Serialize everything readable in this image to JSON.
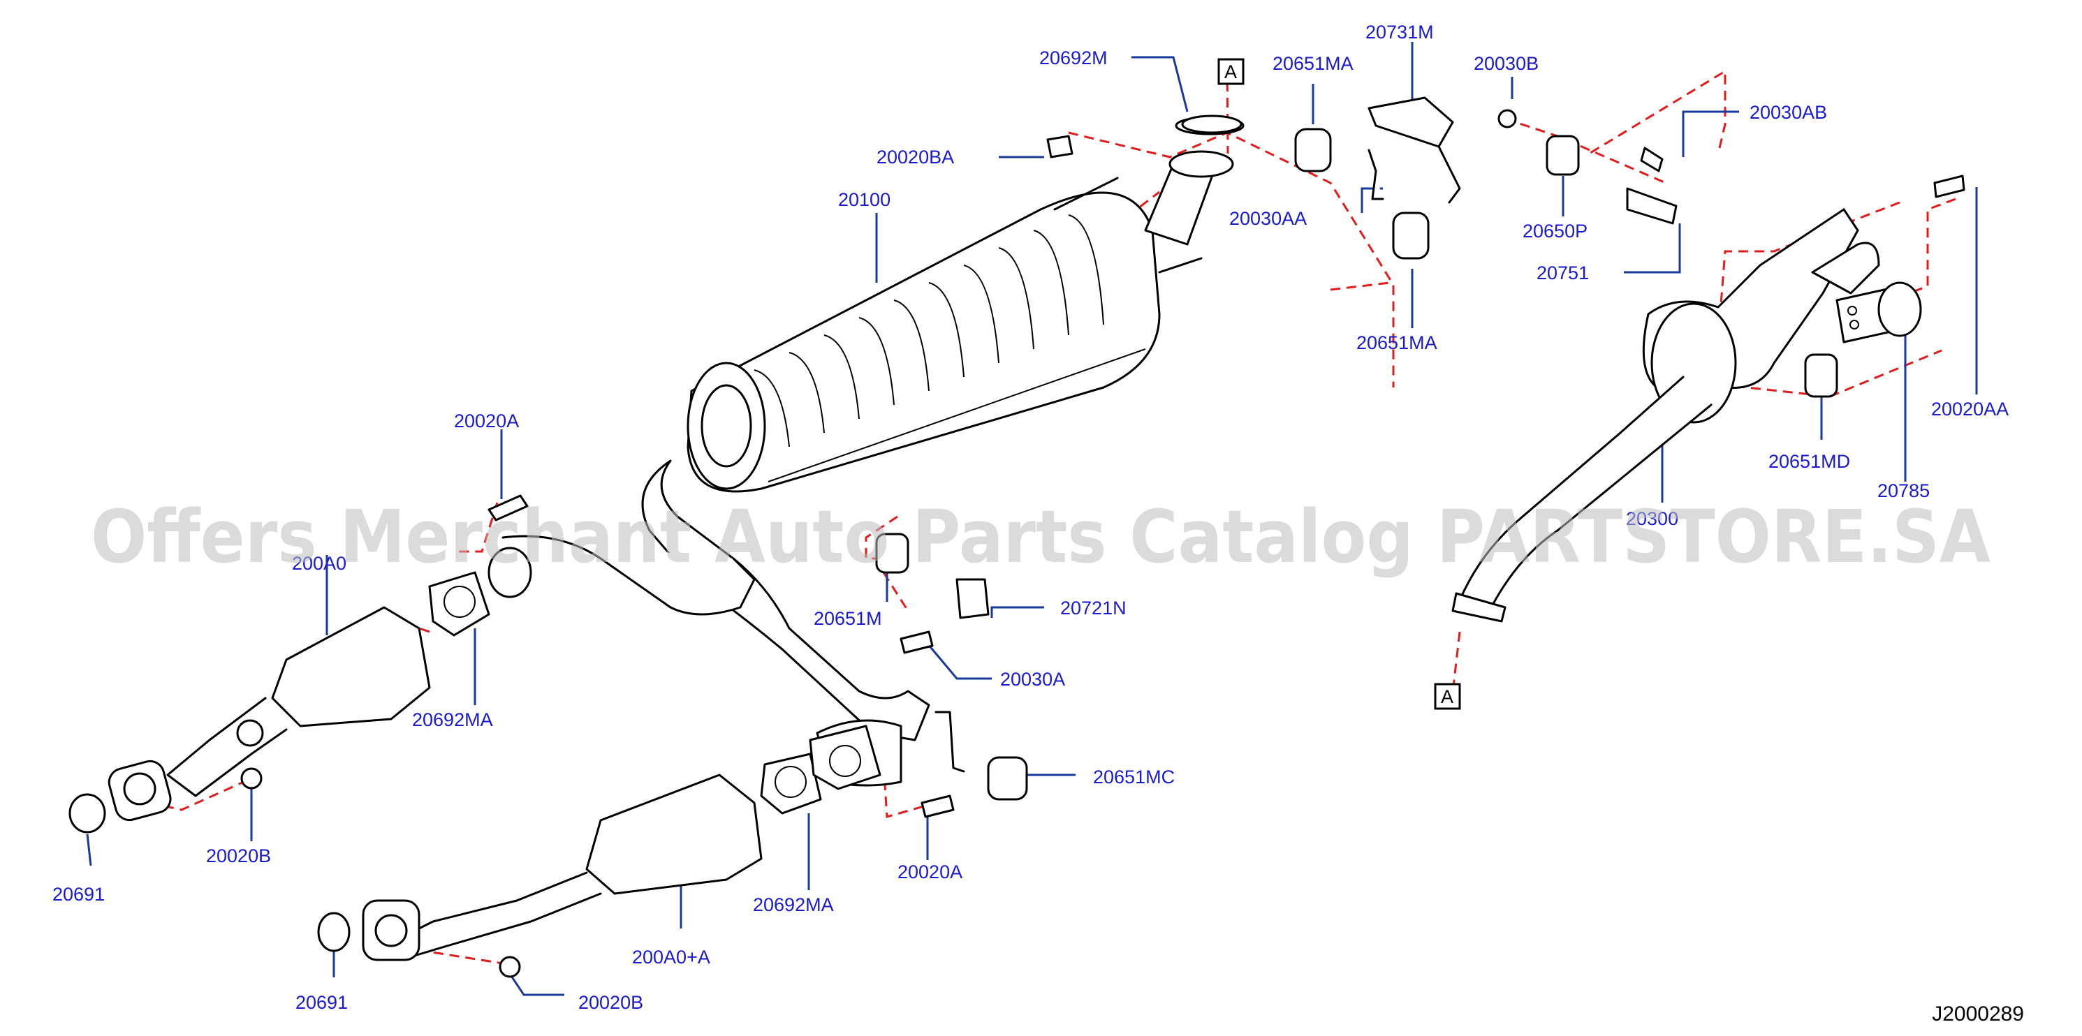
{
  "diagram_code": "J2000289",
  "watermark": "Offers Merchant Auto Parts Catalog PARTSTORE.SA",
  "reference_marks": [
    "A",
    "A"
  ],
  "colors": {
    "label": "#1a1ad0",
    "leader": "#1a3a9a",
    "dashed_connector": "#e41b1b",
    "outline": "#000000",
    "watermark": "#bdbdbd"
  },
  "part_labels": [
    {
      "id": "20692M",
      "text": "20692M"
    },
    {
      "id": "20651MA_top",
      "text": "20651MA"
    },
    {
      "id": "20731M",
      "text": "20731M"
    },
    {
      "id": "20030B",
      "text": "20030B"
    },
    {
      "id": "20030AB",
      "text": "20030AB"
    },
    {
      "id": "20020BA",
      "text": "20020BA"
    },
    {
      "id": "20100",
      "text": "20100"
    },
    {
      "id": "20030AA",
      "text": "20030AA"
    },
    {
      "id": "20650P",
      "text": "20650P"
    },
    {
      "id": "20751",
      "text": "20751"
    },
    {
      "id": "20651MA_bottom",
      "text": "20651MA"
    },
    {
      "id": "20020AA",
      "text": "20020AA"
    },
    {
      "id": "20020A_top",
      "text": "20020A"
    },
    {
      "id": "20651MD",
      "text": "20651MD"
    },
    {
      "id": "20785",
      "text": "20785"
    },
    {
      "id": "200A0",
      "text": "200A0"
    },
    {
      "id": "20300",
      "text": "20300"
    },
    {
      "id": "20651M",
      "text": "20651M"
    },
    {
      "id": "20721N",
      "text": "20721N"
    },
    {
      "id": "20030A",
      "text": "20030A"
    },
    {
      "id": "20692MA_left",
      "text": "20692MA"
    },
    {
      "id": "20651MC",
      "text": "20651MC"
    },
    {
      "id": "20020B_left",
      "text": "20020B"
    },
    {
      "id": "20691_left",
      "text": "20691"
    },
    {
      "id": "20020A_bottom",
      "text": "20020A"
    },
    {
      "id": "20692MA_bottom",
      "text": "20692MA"
    },
    {
      "id": "200A0A",
      "text": "200A0+A"
    },
    {
      "id": "20691_bottom",
      "text": "20691"
    },
    {
      "id": "20020B_bottom",
      "text": "20020B"
    }
  ]
}
